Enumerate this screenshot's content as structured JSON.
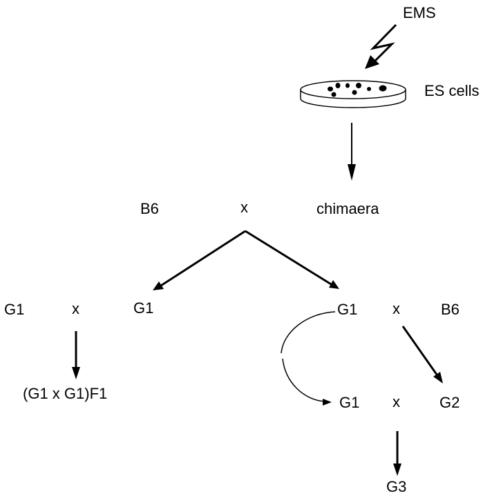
{
  "labels": {
    "mutagen": "EMS",
    "es_cells": "ES cells",
    "parent_b6": "B6",
    "cross_top": "x",
    "chimaera": "chimaera",
    "g1_left_a": "G1",
    "cross_left": "x",
    "g1_left_b": "G1",
    "g1_right": "G1",
    "cross_right": "x",
    "b6_right": "B6",
    "f1_result": "(G1 x G1)F1",
    "g1_bottom": "G1",
    "cross_bottom": "x",
    "g2": "G2",
    "g3": "G3"
  },
  "colors": {
    "ink": "#000000",
    "background": "#ffffff"
  }
}
